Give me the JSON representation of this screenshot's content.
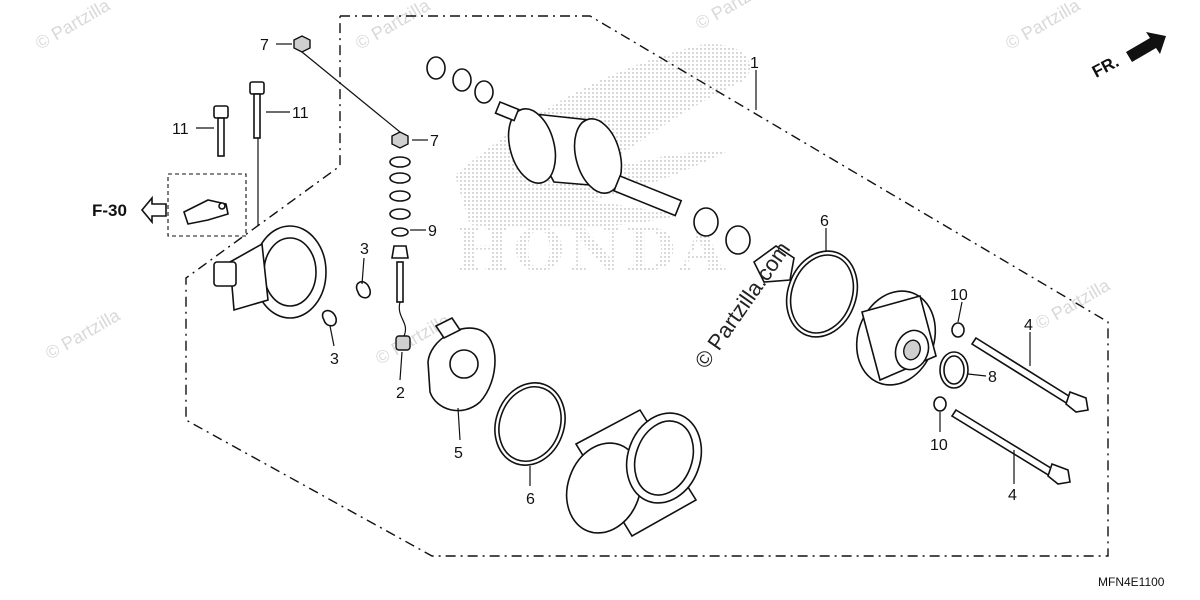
{
  "diagram": {
    "diagram_code": "MFN4E1100",
    "direction_label": "FR.",
    "reference_label": "F-30",
    "brand_watermark": "HONDA",
    "watermark_text": "© Partzilla.com",
    "corner_watermark": "© Partzilla",
    "callouts": {
      "c1": "1",
      "c2": "2",
      "c3a": "3",
      "c3b": "3",
      "c4a": "4",
      "c4b": "4",
      "c5": "5",
      "c6a": "6",
      "c6b": "6",
      "c7a": "7",
      "c7b": "7",
      "c8": "8",
      "c9": "9",
      "c10a": "10",
      "c10b": "10",
      "c11a": "11",
      "c11b": "11"
    }
  }
}
